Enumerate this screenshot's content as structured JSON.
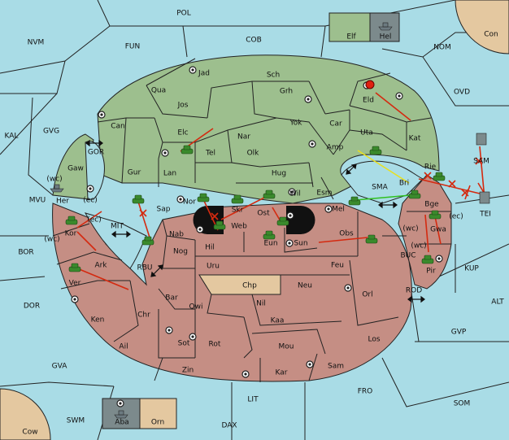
{
  "board": {
    "regions": {
      "POL": "POL",
      "NVM": "NVM",
      "FUN": "FUN",
      "COB": "COB",
      "NOM": "NOM",
      "Con": "Con",
      "OVD": "OVD",
      "KAL": "KAL",
      "GVG": "GVG",
      "GOR": "GOR",
      "MVU": "MVU",
      "BOR": "BOR",
      "MIT": "MIT",
      "RBU": "RBU",
      "DOR": "DOR",
      "GVA": "GVA",
      "SWM": "SWM",
      "Cow": "Cow",
      "LIT": "LIT",
      "DAX": "DAX",
      "FRO": "FRO",
      "SOM": "SOM",
      "GVP": "GVP",
      "ALT": "ALT",
      "KUP": "KUP",
      "ROD": "ROD",
      "BUC": "BUC",
      "SMA": "SMA",
      "SAM": "SAM",
      "TEI": "TEI",
      "Jad": "Jad",
      "Sch": "Sch",
      "Qua": "Qua",
      "Grh": "Grh",
      "Eld": "Eld",
      "Jos": "Jos",
      "Can": "Can",
      "Yok": "Yok",
      "Car": "Car",
      "Elc": "Elc",
      "Nar": "Nar",
      "Uta": "Uta",
      "Kat": "Kat",
      "Tel": "Tel",
      "Olk": "Olk",
      "Amp": "Amp",
      "Gaw": "Gaw",
      "Gur": "Gur",
      "Lan": "Lan",
      "Hug": "Hug",
      "Rie": "Rie",
      "Her": "Her",
      "Nor": "Nor",
      "Skr": "Skr",
      "Wil": "Wil",
      "Esm": "Esm",
      "Bri": "Bri",
      "Sap": "Sap",
      "Web": "Web",
      "Ost": "Ost",
      "Mel": "Mel",
      "Kor": "Kor",
      "Nab": "Nab",
      "Eun": "Eun",
      "Sun": "Sun",
      "Obs": "Obs",
      "Bge": "Bge",
      "Gwa": "Gwa",
      "Hil": "Hil",
      "Nog": "Nog",
      "Pir": "Pir",
      "Ark": "Ark",
      "Uru": "Uru",
      "Feu": "Feu",
      "Ver": "Ver",
      "Chp": "Chp",
      "Neu": "Neu",
      "Orl": "Orl",
      "Bar": "Bar",
      "Qwi": "Qwi",
      "Ken": "Ken",
      "Nil": "Nil",
      "Chr": "Chr",
      "Kaa": "Kaa",
      "Los": "Los",
      "Ail": "Ail",
      "Sot": "Sot",
      "Rot": "Rot",
      "Mou": "Mou",
      "Zin": "Zin",
      "Kar": "Kar",
      "Sam": "Sam",
      "Elf": "Elf",
      "Hel": "Hel",
      "Aba": "Aba",
      "Orn": "Orn"
    },
    "coast_tags": {
      "her_wc": "(wc)",
      "her_ec": "(ec)",
      "kor_ec": "(ec)",
      "kor_wc": "(wc)",
      "gwa_wc": "(wc)",
      "gwa_ec": "(ec)",
      "pir_wc": "(wc)"
    },
    "colors": {
      "sea": "#a9dce6",
      "green_power": "#9dbf8e",
      "red_power": "#c58e84",
      "neutral": "#e4c8a0",
      "order_arrow": "#d42a10",
      "support_line": "#e8e020",
      "convoy_line": "#30c020"
    }
  }
}
